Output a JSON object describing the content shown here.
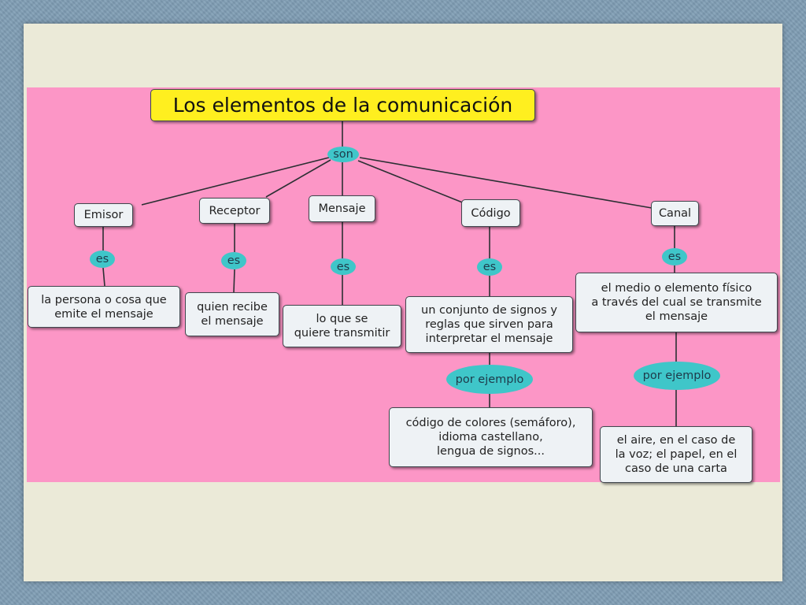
{
  "title": "Los elementos de la comunicación",
  "linker_son": "son",
  "nodes": {
    "emisor": "Emisor",
    "receptor": "Receptor",
    "mensaje": "Mensaje",
    "codigo": "Código",
    "canal": "Canal"
  },
  "linkers": {
    "es": "es",
    "por_ejemplo": "por ejemplo"
  },
  "definitions": {
    "emisor": "la persona o cosa que\nemite el mensaje",
    "receptor": "quien recibe\nel mensaje",
    "mensaje": "lo que se\nquiere transmitir",
    "codigo": "un conjunto de signos y\nreglas que sirven para\ninterpretar el mensaje",
    "canal": "el medio o elemento físico\na través del cual se transmite\nel mensaje"
  },
  "examples": {
    "codigo": "código de colores (semáforo),\nidioma castellano,\nlengua de signos...",
    "canal": "el aire, en el caso de\nla voz; el papel, en el\ncaso de una carta"
  },
  "colors": {
    "background": "#fc96c6",
    "title_fill": "#ffef1f",
    "linker_fill": "#3fc6c9",
    "box_fill": "#eef2f5"
  }
}
